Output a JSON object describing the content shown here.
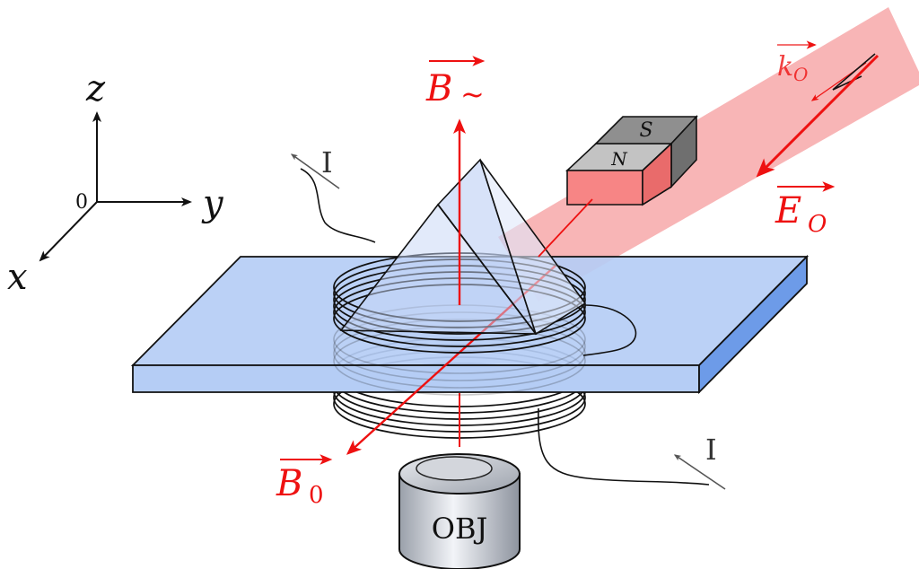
{
  "axes": {
    "origin": "0",
    "x": "x",
    "y": "y",
    "z": "z"
  },
  "vectors": {
    "b_tilde": {
      "main": "B",
      "sub": "~"
    },
    "b_zero": {
      "main": "B",
      "sub": "0"
    },
    "e_o": {
      "main": "E",
      "sub": "O"
    },
    "k_o": {
      "main": "k",
      "sub": "O"
    }
  },
  "magnet": {
    "south": "S",
    "north": "N"
  },
  "current_top": "I",
  "current_bottom": "I",
  "objective": "OBJ",
  "colors": {
    "red": "#ee1111",
    "slide_top": "#b5cdf5",
    "slide_side": "#6d9be8",
    "beam": "#f6a0a2",
    "prism": "#c6d6f6",
    "magnet_north": "#f78585",
    "magnet_south": "#a0a0a0"
  }
}
